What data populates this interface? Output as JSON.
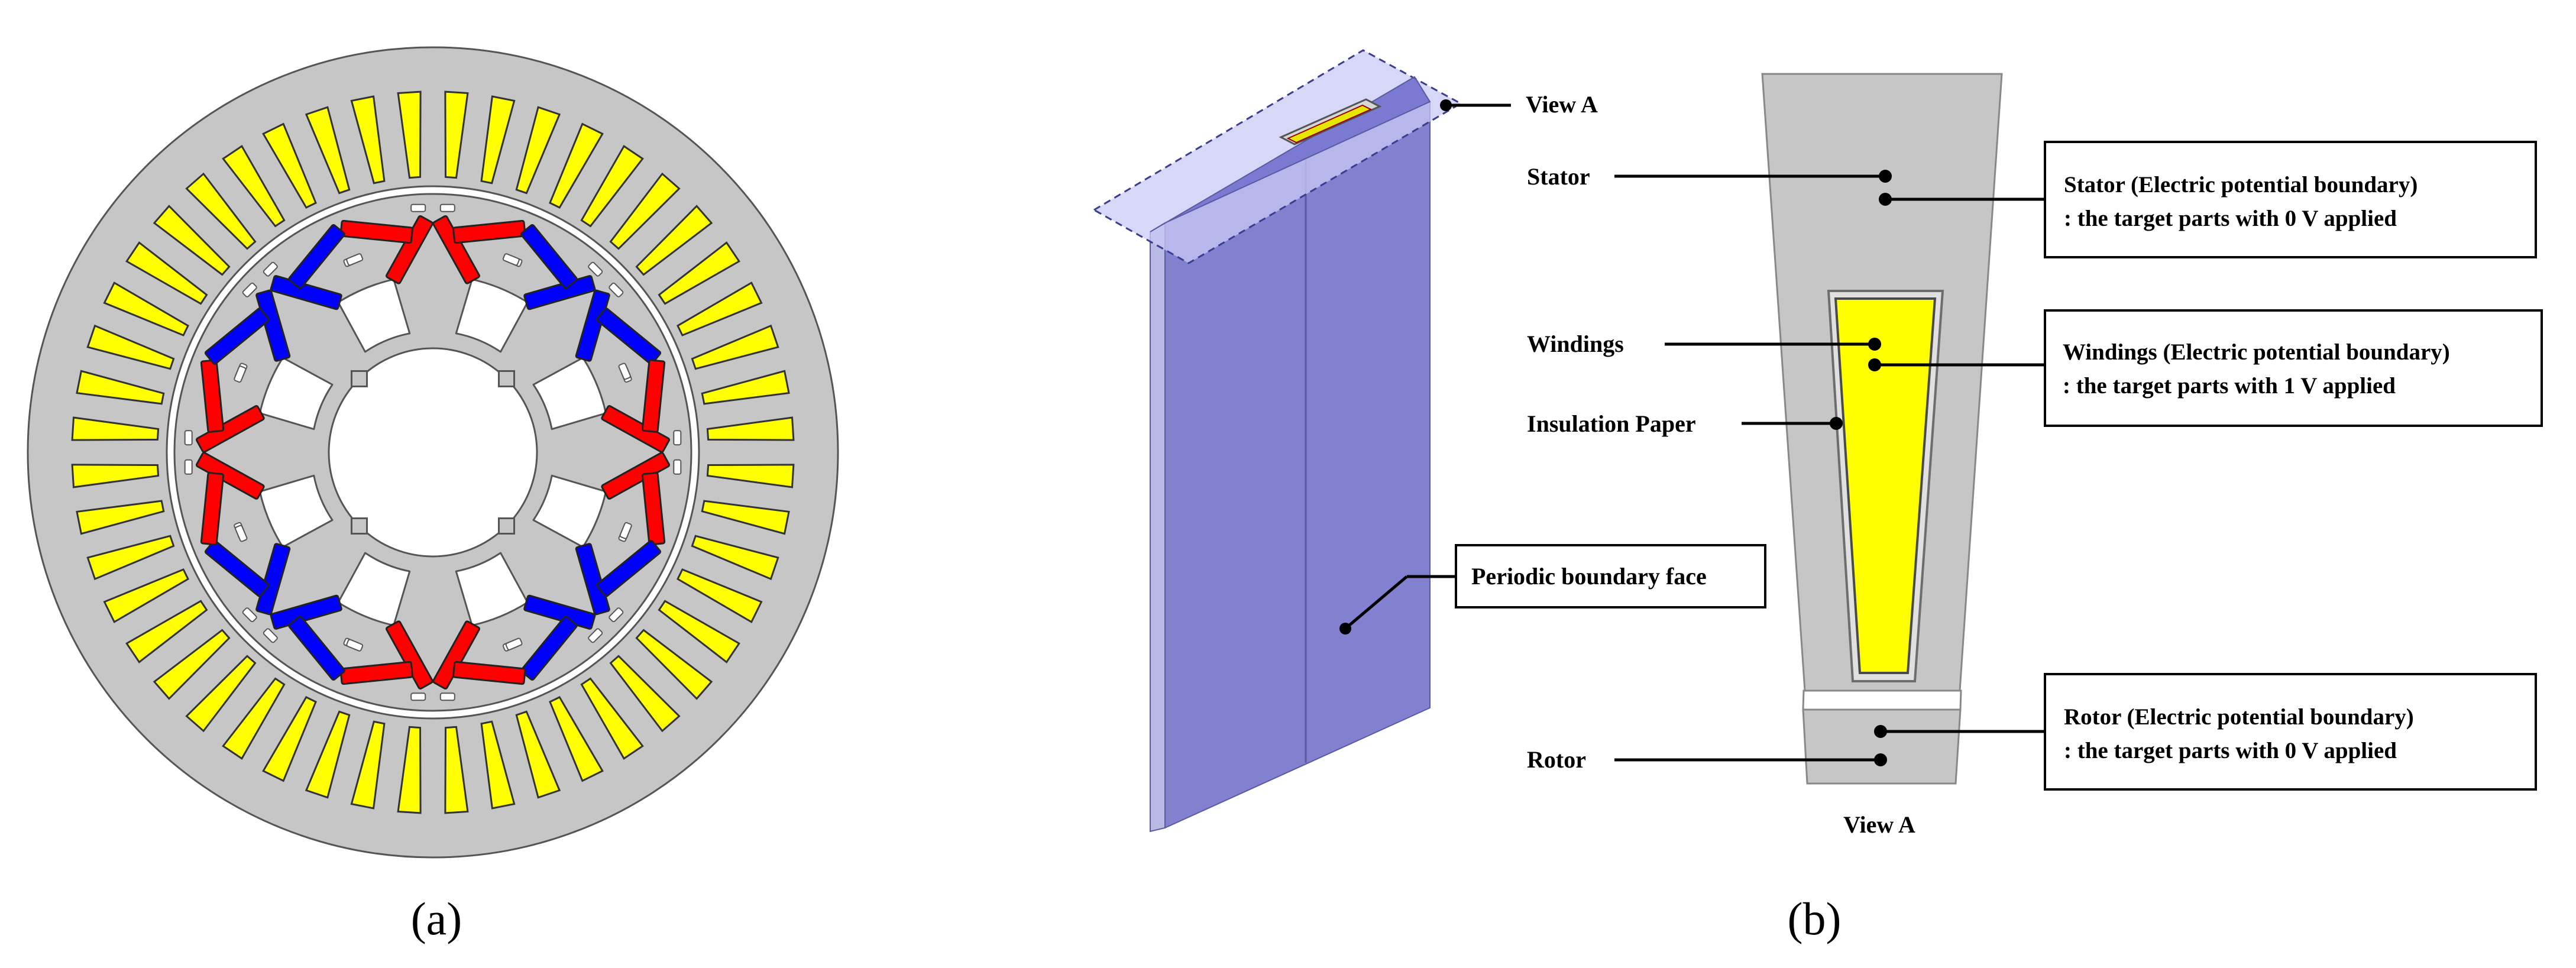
{
  "panel_a": {
    "caption": "(a)",
    "colors": {
      "background": "#ffffff",
      "lamination": "#c6c6c6",
      "outline": "#555555",
      "slot_winding": "#ffff00",
      "magnet_red": "#ff0000",
      "magnet_blue": "#0000ff",
      "shaft_hole": "#ffffff"
    },
    "stator_slot_count": 48,
    "rotor_pole_count": 8
  },
  "panel_b": {
    "caption": "(b)",
    "labels": {
      "view_a_top": "View A",
      "stator": "Stator",
      "windings": "Windings",
      "insulation": "Insulation Paper",
      "rotor": "Rotor",
      "periodic": "Periodic boundary face",
      "view_a_bottom": "View A"
    },
    "boxes": {
      "stator_line1": "Stator (Electric potential boundary)",
      "stator_line2": ": the target parts with 0 V applied",
      "windings_line1": "Windings (Electric potential boundary)",
      "windings_line2": ": the target parts with 1 V applied",
      "rotor_line1": "Rotor (Electric potential boundary)",
      "rotor_line2": ": the target parts with 0 V applied"
    },
    "colors": {
      "model_face": "#8181cf",
      "model_side": "#b9b9e6",
      "plane": "#c9c9f5",
      "plane_border": "#3d3d8f",
      "section": "#c6c6c6",
      "winding": "#ffff00"
    }
  }
}
